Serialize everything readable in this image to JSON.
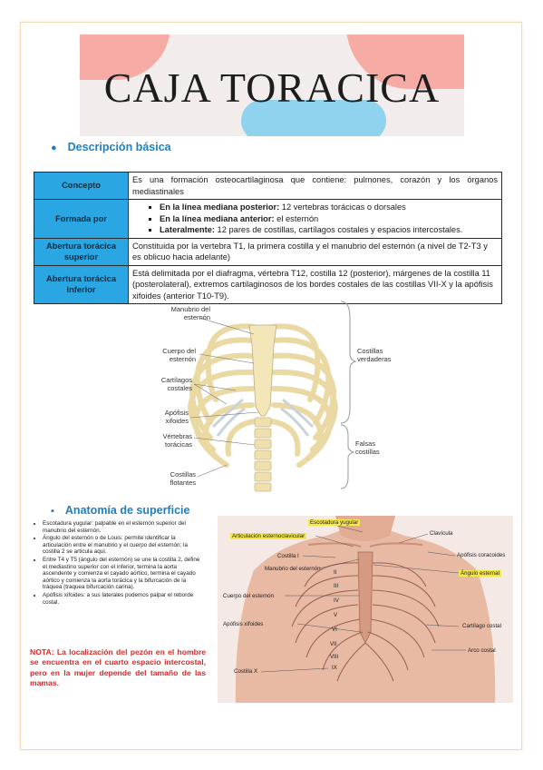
{
  "title": "CAJA TORACICA",
  "section1": "Descripción básica",
  "section2": "Anatomía de superficie",
  "table": {
    "concepto_label": "Concepto",
    "concepto_text": "Es una formación osteocartilaginosa que contiene: pulmones, corazón y los órganos mediastinales",
    "formada_label": "Formada por",
    "formada_items": [
      {
        "bold": "En la línea mediana posterior:",
        "rest": " 12 vertebras torácicas o dorsales"
      },
      {
        "bold": "En la línea mediana anterior:",
        "rest": " el esternón"
      },
      {
        "bold": "Lateralmente:",
        "rest": " 12 pares de costillas, cartílagos costales y espacios intercostales."
      }
    ],
    "sup_label": "Abertura torácica superior",
    "sup_text": "Constituida por la vertebra T1, la primera costilla y el manubrio del esternón (a nivel de T2-T3 y es oblicuo hacia adelante)",
    "inf_label": "Abertura torácica inferior",
    "inf_text": "Está delimitada por el diafragma, vértebra T12, costilla 12 (posterior), márgenes de la costilla 11 (posterolateral), extremos cartilaginosos de los bordes costales de las costillas VII-X y la apófisis xifoides (anterior T10-T9)."
  },
  "ribfig": {
    "manubrio": "Manubrio del esternón",
    "cuerpo": "Cuerpo del esternón",
    "cartilagos": "Cartílagos costales",
    "apofisis": "Apófisis xifoides",
    "vertebras": "Vértebras torácicas",
    "flotantes": "Costillas flotantes",
    "verdaderas": "Costillas verdaderas",
    "falsas": "Falsas costillas"
  },
  "notes": [
    "Escotadura yugular: palpable en el esternón superior del manubrio del esternón.",
    "Ángulo del esternón o de Louis: permite identificar la articulación entre el manubrio y el cuerpo del esternón; la costilla 2 se articula aquí.",
    "Entre T4 y T5 (ángulo del esternón) se une la costilla 2, define el mediastino superior con el inferior, termina la aorta ascendente y comienza el cayado aórtico, termina el cayado aórtico y comienza la aorta torácica y la bifurcación de la tráquea (traquea bifurcación carina).",
    "Apófisis xifoides: a sus laterales podemos palpar el reborde costal."
  ],
  "nota": "NOTA: La localización del pezón en el hombre se encuentra en el cuarto espacio intercostal, pero en la mujer depende del tamaño de las mamas.",
  "torso": {
    "escotadura": "Escotadura yugular",
    "articulacion": "Articulación esternoclavicular",
    "clavicula": "Clavícula",
    "costilla1": "Costilla I",
    "manubrio": "Manubrio del esternón",
    "coracoides": "Apófisis coracoides",
    "angulo": "Ángulo esternal",
    "cuerpo": "Cuerpo del esternón",
    "xifoides": "Apófisis xifoides",
    "cartilago": "Cartílago costal",
    "arco": "Arco costal",
    "costillax": "Costilla X",
    "romans": [
      "II",
      "III",
      "IV",
      "V",
      "VI",
      "VII",
      "VIII",
      "IX"
    ]
  }
}
